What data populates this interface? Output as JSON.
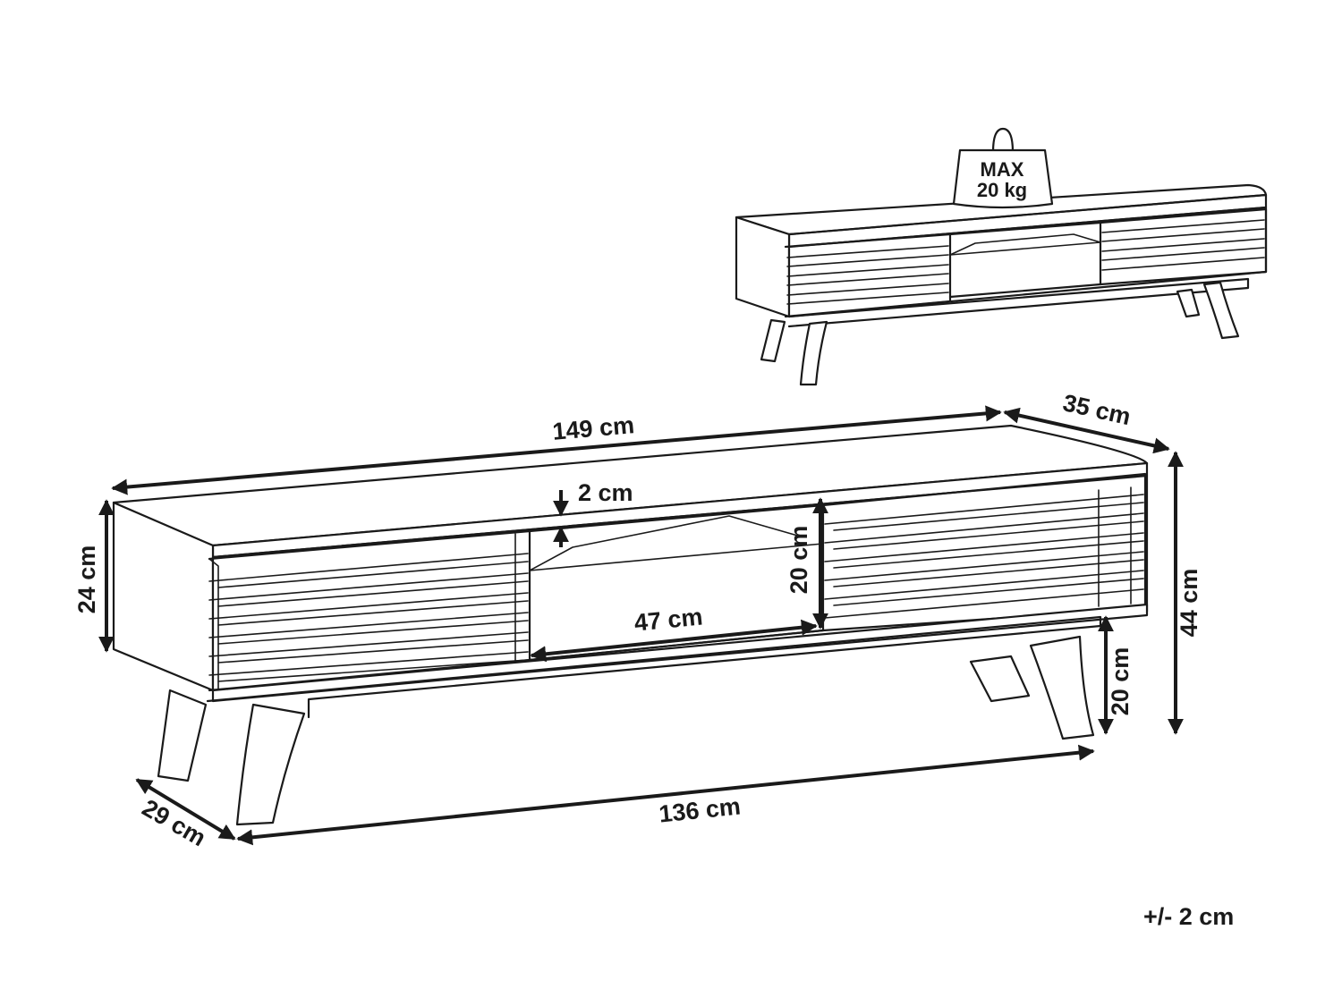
{
  "weight_badge": {
    "line1": "MAX",
    "line2": "20 kg"
  },
  "dimensions": {
    "width": "149 cm",
    "depth": "35 cm",
    "shelf_thickness": "2 cm",
    "body_height": "24 cm",
    "compartment_height": "20 cm",
    "compartment_width": "47 cm",
    "total_height": "44 cm",
    "leg_height": "20 cm",
    "leg_span_depth": "29 cm",
    "leg_span_width": "136 cm"
  },
  "tolerance": "+/- 2 cm"
}
